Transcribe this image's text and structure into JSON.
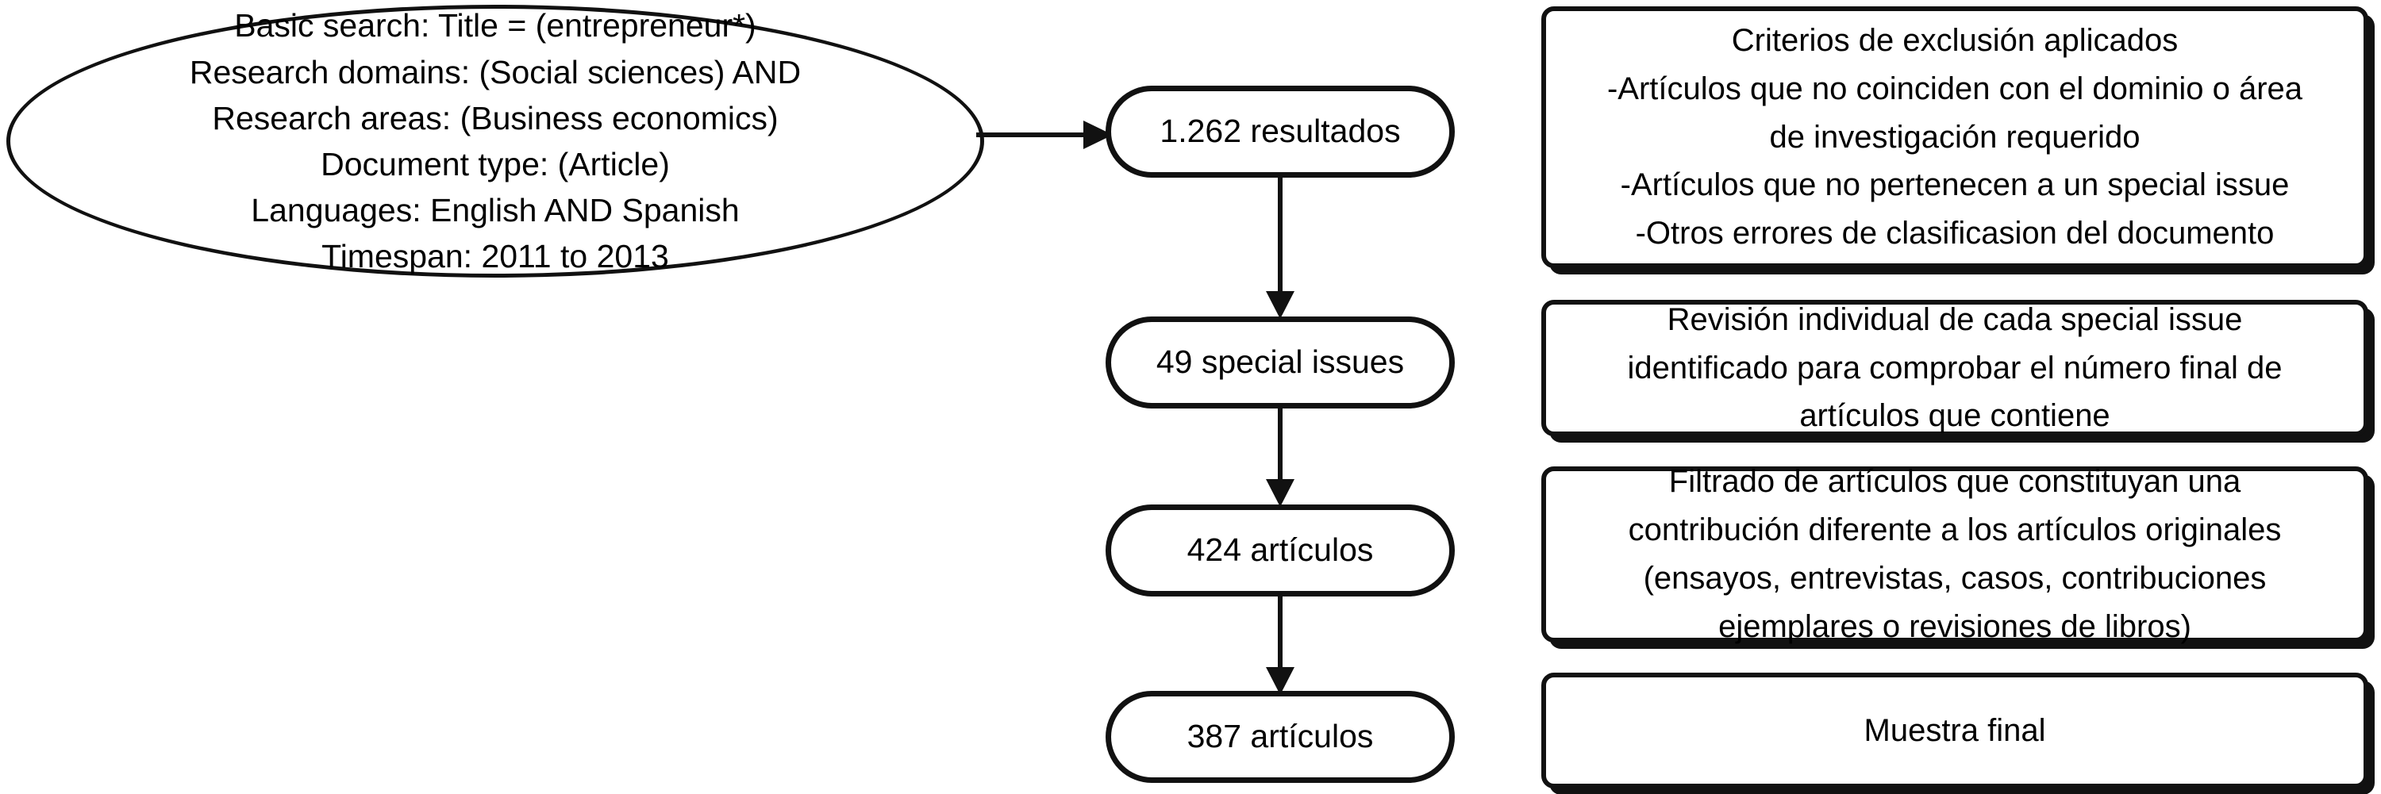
{
  "diagram": {
    "title": "Proceso de seleccion de la muestra",
    "stroke_color": "#111111",
    "background_color": "#ffffff"
  },
  "query_node": {
    "shape": "ellipse",
    "lines": [
      "Basic search: Title = (entrepreneur*)",
      "Research domains: (Social sciences) AND",
      "Research areas: (Business economics)",
      "Document type: (Article)",
      "Languages: English AND Spanish",
      "Timespan: 2011 to 2013"
    ]
  },
  "flow_nodes": [
    {
      "id": "results",
      "shape": "stadium",
      "label": "1.262 resultados",
      "count": 1262,
      "unit": "resultados"
    },
    {
      "id": "special-issues",
      "shape": "stadium",
      "label": "49 special issues",
      "count": 49,
      "unit": "special issues"
    },
    {
      "id": "articles-424",
      "shape": "stadium",
      "label": "424 artículos",
      "count": 424,
      "unit": "artículos"
    },
    {
      "id": "articles-387",
      "shape": "stadium",
      "label": "387 artículos",
      "count": 387,
      "unit": "artículos"
    }
  ],
  "side_boxes": [
    {
      "id": "exclusion-criteria",
      "lines": [
        "Criterios de exclusión aplicados",
        "-Artículos que no coinciden con el dominio o área",
        "de investigación requerido",
        "-Artículos que no pertenecen a un special issue",
        "-Otros errores de clasificasion del documento"
      ]
    },
    {
      "id": "individual-review",
      "lines": [
        "Revisión individual de cada special issue",
        "identificado para comprobar el número final de",
        "artículos que contiene"
      ]
    },
    {
      "id": "article-filtering",
      "lines": [
        "Filtrado de artículos que constituyan una",
        "contribución diferente a los artículos originales",
        "(ensayos, entrevistas, casos, contribuciones",
        "ejemplares o revisiones de libros)"
      ]
    },
    {
      "id": "final-sample",
      "lines": [
        "Muestra final"
      ]
    }
  ],
  "connectors": [
    {
      "id": "query-to-results",
      "direction": "right",
      "from": "query_node",
      "to": "results"
    },
    {
      "id": "results-to-special-issues",
      "direction": "down",
      "from": "results",
      "to": "special-issues"
    },
    {
      "id": "special-issues-to-articles",
      "direction": "down",
      "from": "special-issues",
      "to": "articles-424"
    },
    {
      "id": "articles-to-final-articles",
      "direction": "down",
      "from": "articles-424",
      "to": "articles-387"
    }
  ]
}
